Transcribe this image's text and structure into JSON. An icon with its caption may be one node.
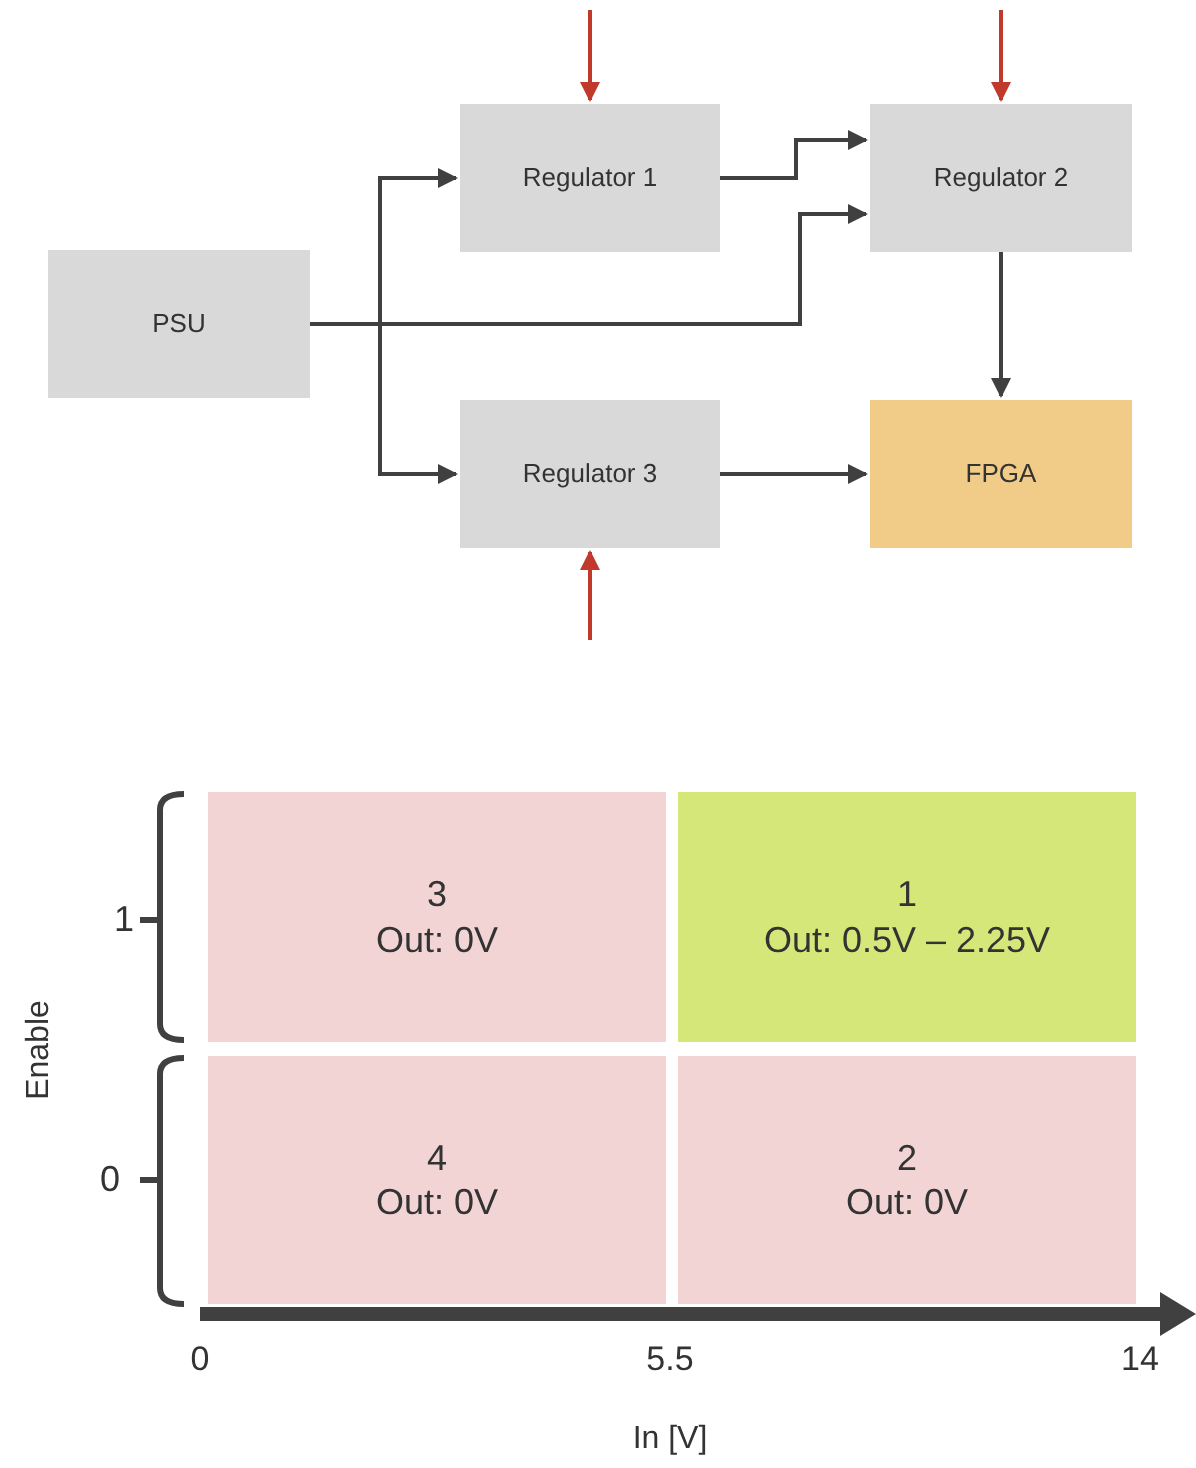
{
  "diagram": {
    "nodes": [
      {
        "text": [
          "PSU"
        ]
      },
      {
        "text": [
          "Regulator 1"
        ]
      },
      {
        "text": [
          "Regulator 2"
        ]
      },
      {
        "text": [
          "Regulator 3"
        ]
      },
      {
        "text": [
          "FPGA"
        ]
      },
      {
        "text": [
          "3",
          "Out: 0V"
        ]
      },
      {
        "text": [
          "1",
          "Out: 0.5V – 2.25V"
        ]
      },
      {
        "text": [
          "4",
          "Out: 0V"
        ]
      },
      {
        "text": [
          "2",
          "Out: 0V"
        ]
      }
    ],
    "edges": [
      {
        "from": 0,
        "to": 1,
        "arrow": "to"
      },
      {
        "from": 0,
        "to": 2,
        "arrow": "to"
      },
      {
        "from": 0,
        "to": 3,
        "arrow": "to"
      },
      {
        "from": 1,
        "to": 2,
        "arrow": "to"
      },
      {
        "from": 2,
        "to": 4,
        "arrow": "to"
      },
      {
        "from": 3,
        "to": 4,
        "arrow": "to"
      },
      {
        "from": null,
        "to": 1,
        "arrow": "to",
        "color": "#c0392b"
      },
      {
        "from": null,
        "to": 2,
        "arrow": "to",
        "color": "#c0392b"
      },
      {
        "from": null,
        "to": 3,
        "arrow": "to",
        "color": "#c0392b"
      }
    ],
    "labels": [
      "1",
      "Enable",
      "0",
      "0",
      "5.5",
      "14",
      "In [V]"
    ]
  }
}
